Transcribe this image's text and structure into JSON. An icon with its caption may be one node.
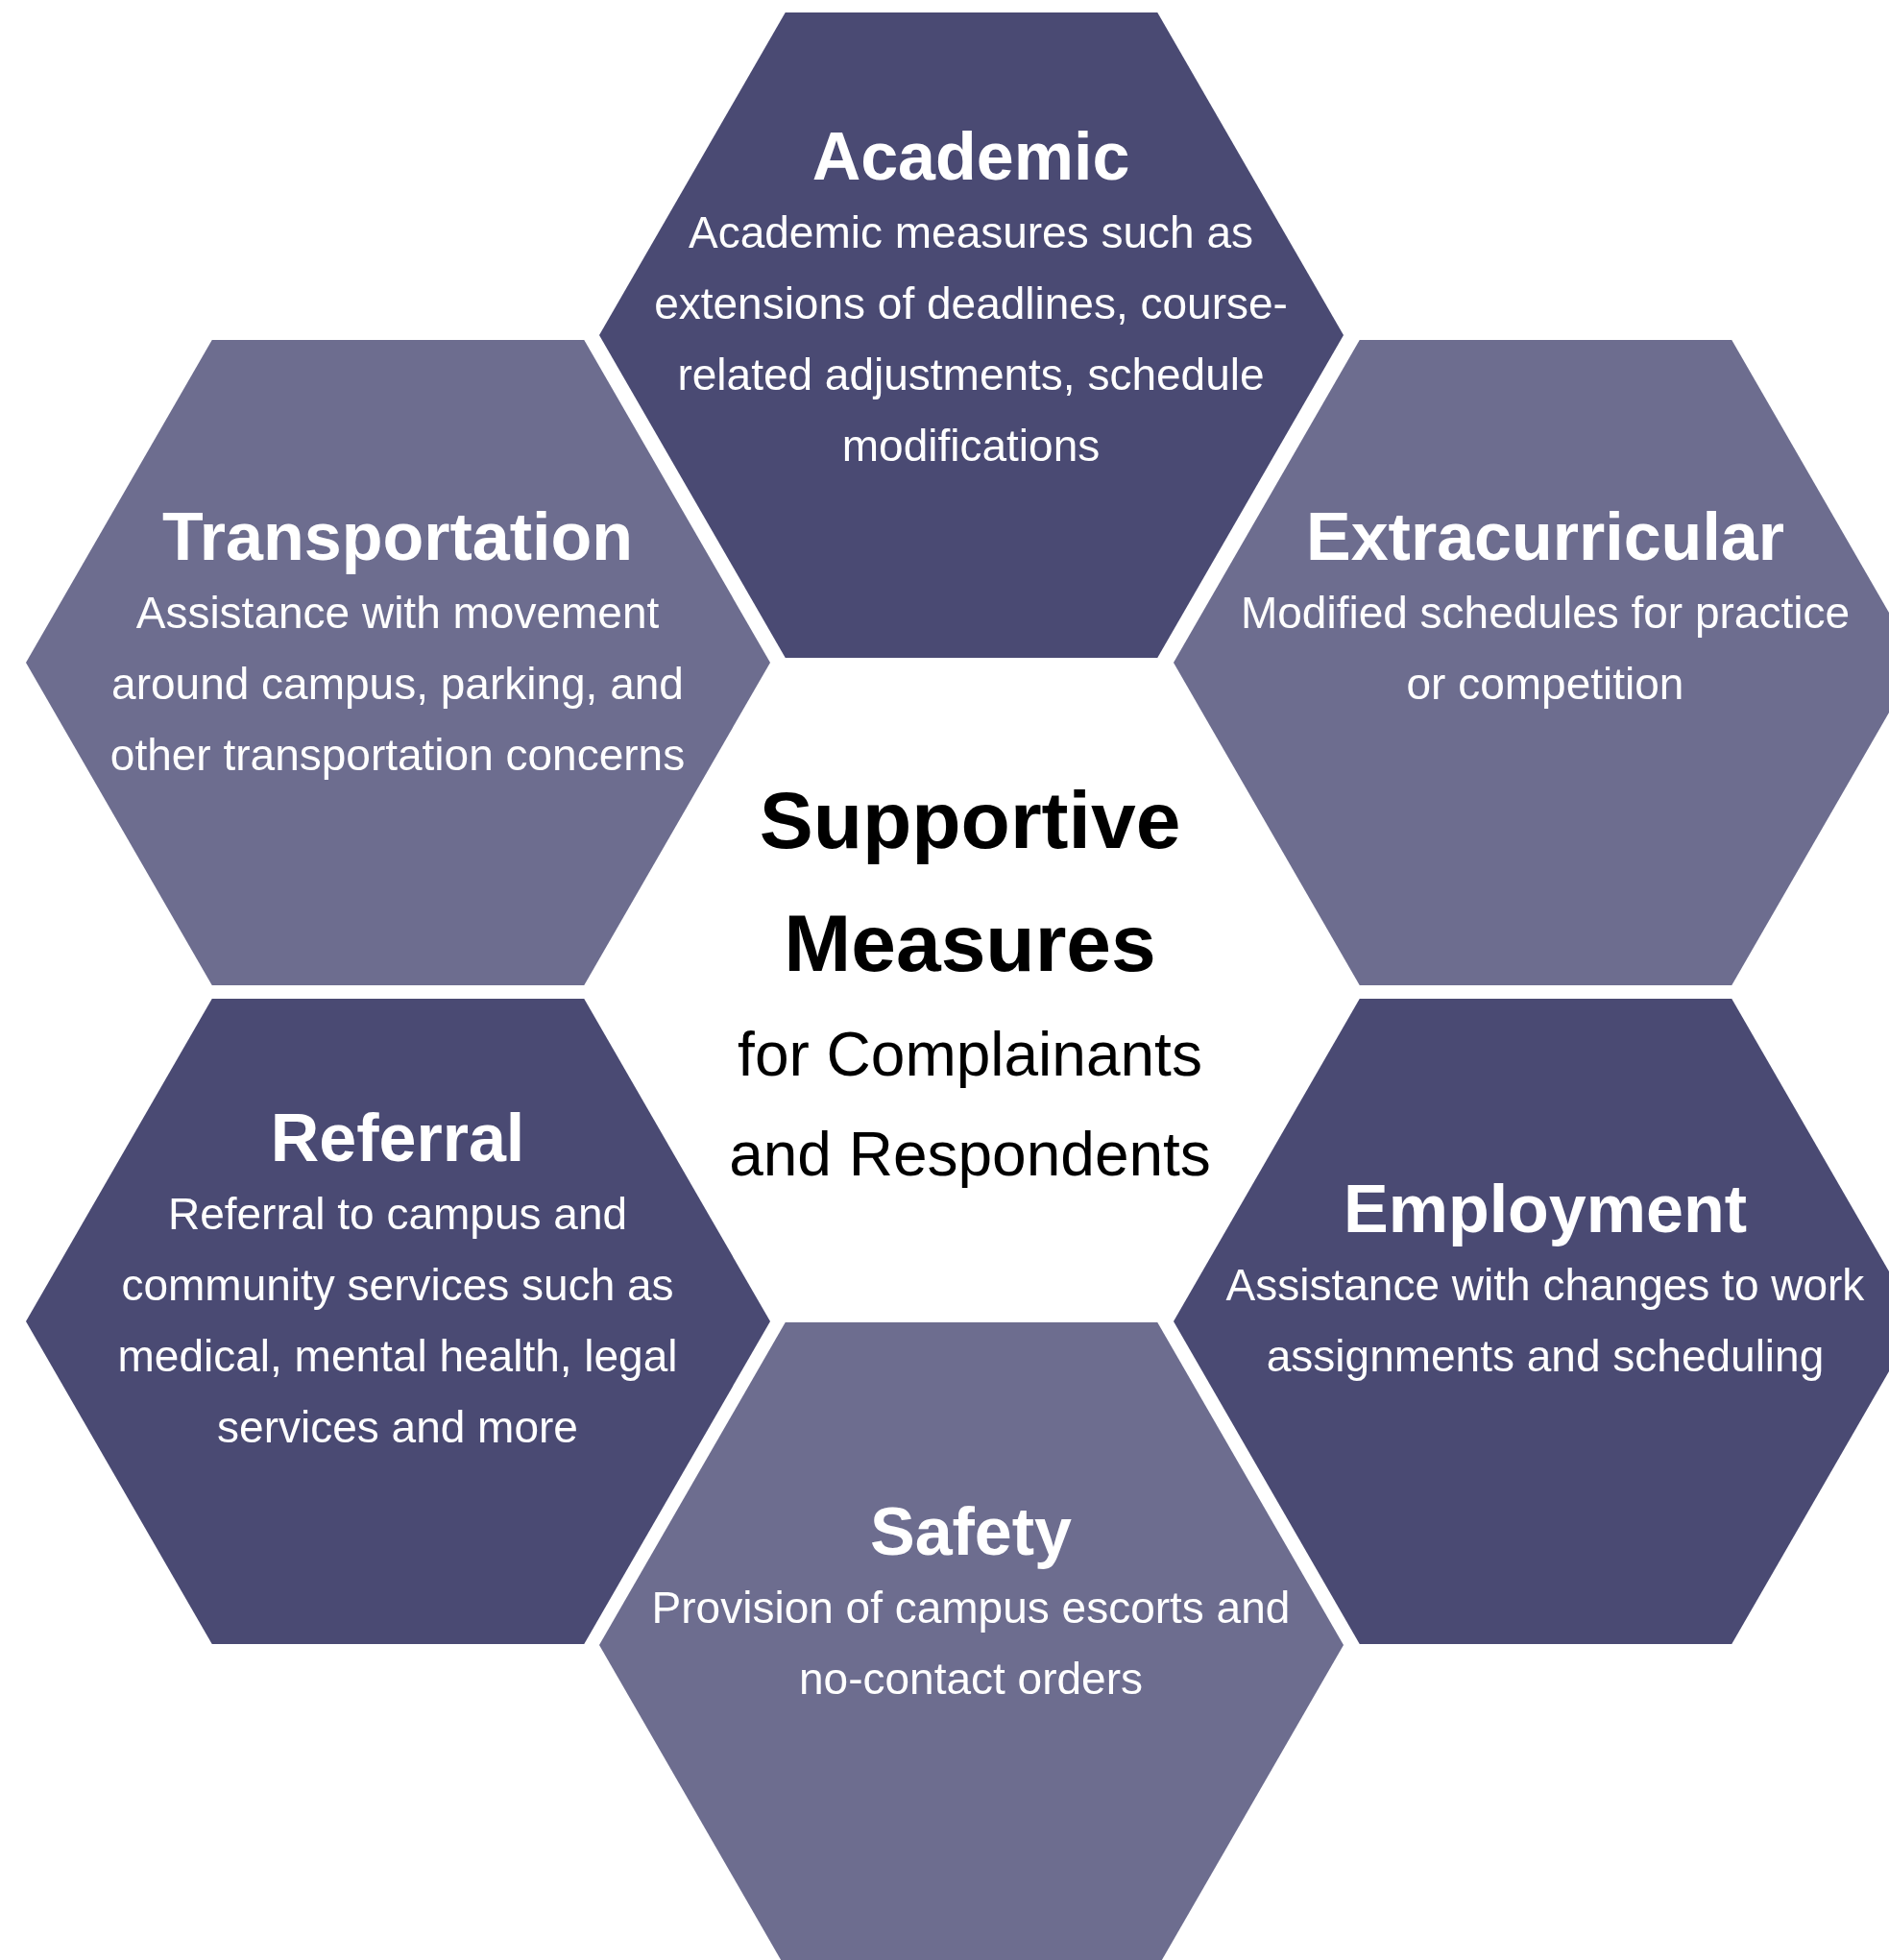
{
  "diagram": {
    "title": "Supportive Measures",
    "nodes": [
      {
        "text": [
          "Academic",
          "Academic measures such as extensions of deadlines, course-related adjustments, schedule modifications"
        ]
      },
      {
        "text": [
          "Transportation",
          "Assistance with movement around campus, parking, and other transportation concerns"
        ]
      },
      {
        "text": [
          "Extracurricular",
          "Modified schedules for practice or competition"
        ]
      },
      {
        "text": [
          "Referral",
          "Referral to campus and community services such as medical, mental health, legal services and more"
        ]
      },
      {
        "text": [
          "Employment",
          "Assistance with changes to work assignments and scheduling"
        ]
      },
      {
        "text": [
          "Safety",
          "Provision of campus escorts and no-contact orders"
        ]
      }
    ],
    "labels": [
      "for Complainants and Respondents"
    ]
  }
}
